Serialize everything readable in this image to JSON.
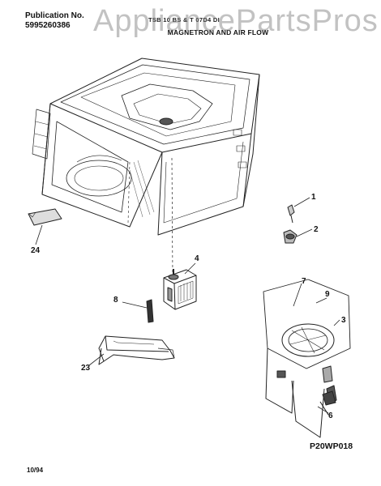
{
  "header": {
    "publication_label": "Publication No.",
    "publication_number": "5995260386",
    "model_text": "TSB 10 BS & T 07D4 DI",
    "watermark": "AppliancePartsPros.com"
  },
  "title": "MAGNETRON AND AIR FLOW",
  "callouts": [
    {
      "id": "c1",
      "label": "1"
    },
    {
      "id": "c2",
      "label": "2"
    },
    {
      "id": "c3",
      "label": "3"
    },
    {
      "id": "c4",
      "label": "4"
    },
    {
      "id": "c6",
      "label": "6"
    },
    {
      "id": "c7",
      "label": "7"
    },
    {
      "id": "c8",
      "label": "8"
    },
    {
      "id": "c9",
      "label": "9"
    },
    {
      "id": "c23",
      "label": "23"
    },
    {
      "id": "c24",
      "label": "24"
    }
  ],
  "footer": {
    "drawing_code": "P20WP018",
    "date": "10/94"
  }
}
